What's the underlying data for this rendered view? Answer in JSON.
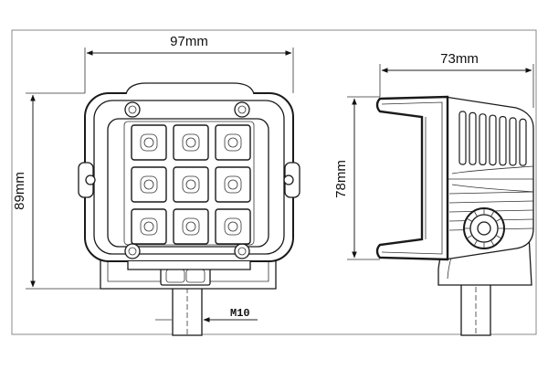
{
  "figure": {
    "dimensions": {
      "front_width": "97mm",
      "front_height": "89mm",
      "side_depth": "73mm",
      "side_height": "78mm",
      "thread": "M10"
    },
    "led_grid": {
      "rows": 3,
      "cols": 3
    }
  }
}
